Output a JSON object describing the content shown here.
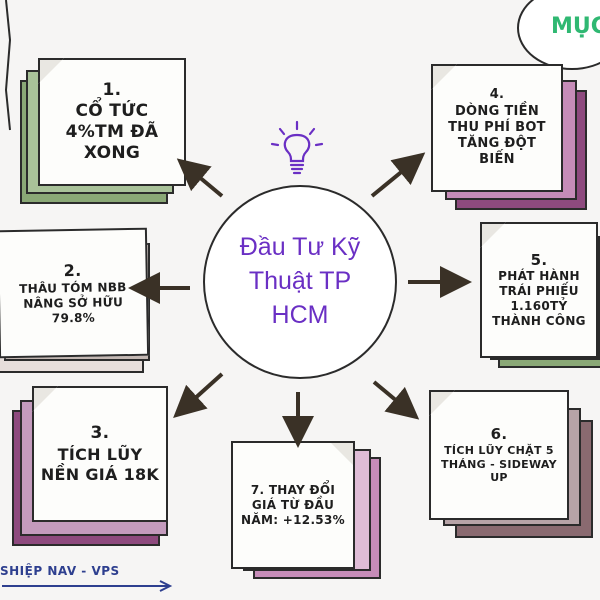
{
  "center": {
    "title": "Đầu Tư Kỹ Thuật TP HCM",
    "accent": "#6a2fc4"
  },
  "logo": {
    "text": "MỤC"
  },
  "notes": [
    {
      "id": "n1",
      "number": "1.",
      "text": "CỔ TỨC 4%TM ĐÃ XONG",
      "color": "#8aa876"
    },
    {
      "id": "n2",
      "number": "2.",
      "text": "THÂU TÓM NBB NÂNG SỞ HỮU 79.8%",
      "color": "#c4b8b3"
    },
    {
      "id": "n3",
      "number": "3.",
      "text": "TÍCH LŨY NỀN GIÁ 18K",
      "color": "#8e4a7e"
    },
    {
      "id": "n4",
      "number": "4.",
      "text": "DÒNG TIỀN THU PHÍ BOT TĂNG ĐỘT BIẾN",
      "color": "#a36a96"
    },
    {
      "id": "n5",
      "number": "5.",
      "text": "PHÁT HÀNH TRÁI PHIẾU 1.160TỶ THÀNH CÔNG",
      "color": "#8aa876"
    },
    {
      "id": "n6",
      "number": "6.",
      "text": "TÍCH LŨY CHẶT 5 THÁNG - SIDEWAY UP",
      "color": "#8a6a70"
    },
    {
      "id": "n7",
      "number": "7.",
      "text": "THAY ĐỔI GIÁ TỪ ĐẦU NĂM: +12.53%",
      "color": "#c68cb8"
    }
  ],
  "footer": {
    "text": "SHIỆP NAV - VPS",
    "color": "#2e3f8f"
  },
  "icons": {
    "center": "lightbulb-icon",
    "arrows": "arrow-icon"
  }
}
